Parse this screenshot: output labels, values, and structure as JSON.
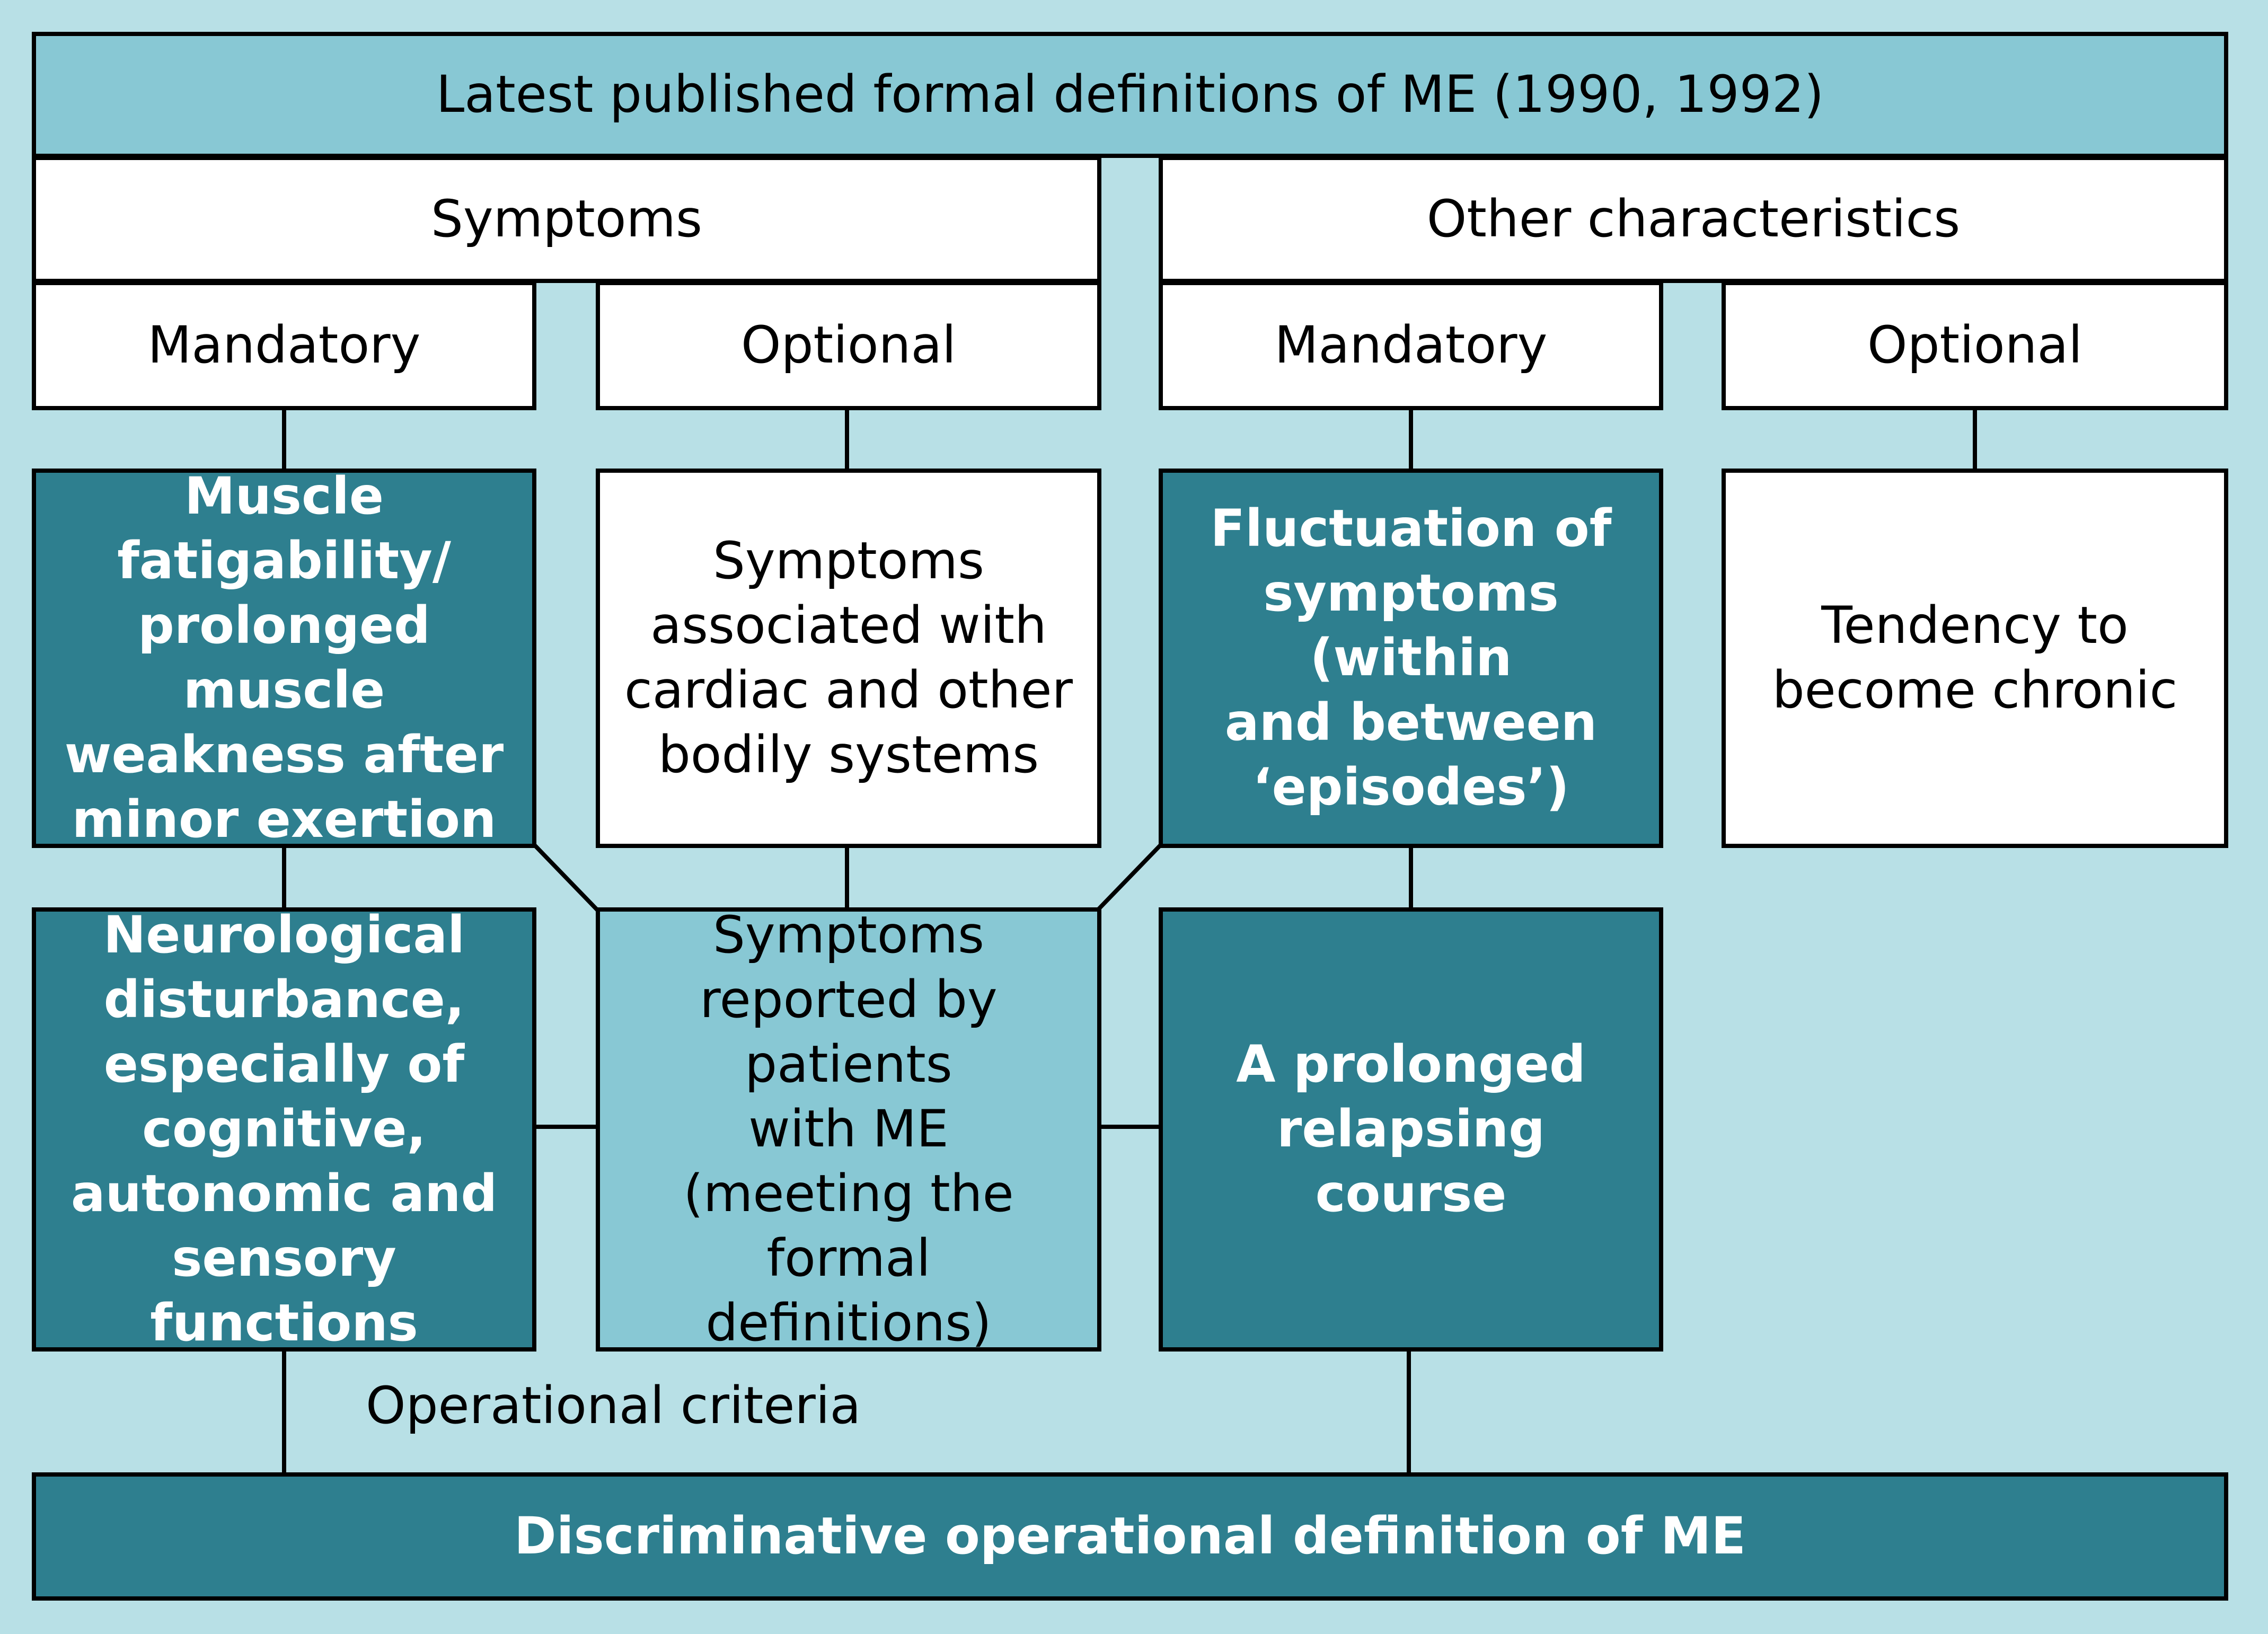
{
  "diagram": {
    "top_title": "Latest published formal definitions of ME (1990, 1992)",
    "symptoms_header": "Symptoms",
    "other_header": "Other characteristics",
    "sym_mandatory": "Mandatory",
    "sym_optional": "Optional",
    "oth_mandatory": "Mandatory",
    "oth_optional": "Optional",
    "muscle": "Muscle\nfatigability/\nprolonged muscle\nweakness after\nminor exertion",
    "cardiac": "Symptoms\nassociated with\ncardiac and other\nbodily systems",
    "fluctuation": "Fluctuation of\nsymptoms (within\nand between\n‘episodes’)",
    "chronic": "Tendency to\nbecome chronic",
    "neuro": "Neurological\ndisturbance,\nespecially of\ncognitive,\nautonomic and\nsensory functions",
    "reported": "Symptoms\nreported by\npatients\nwith ME\n(meeting the\nformal definitions)",
    "relapsing": "A prolonged\nrelapsing\ncourse",
    "operational_label": "Operational criteria",
    "bottom_title": "Discriminative operational definition of ME"
  }
}
